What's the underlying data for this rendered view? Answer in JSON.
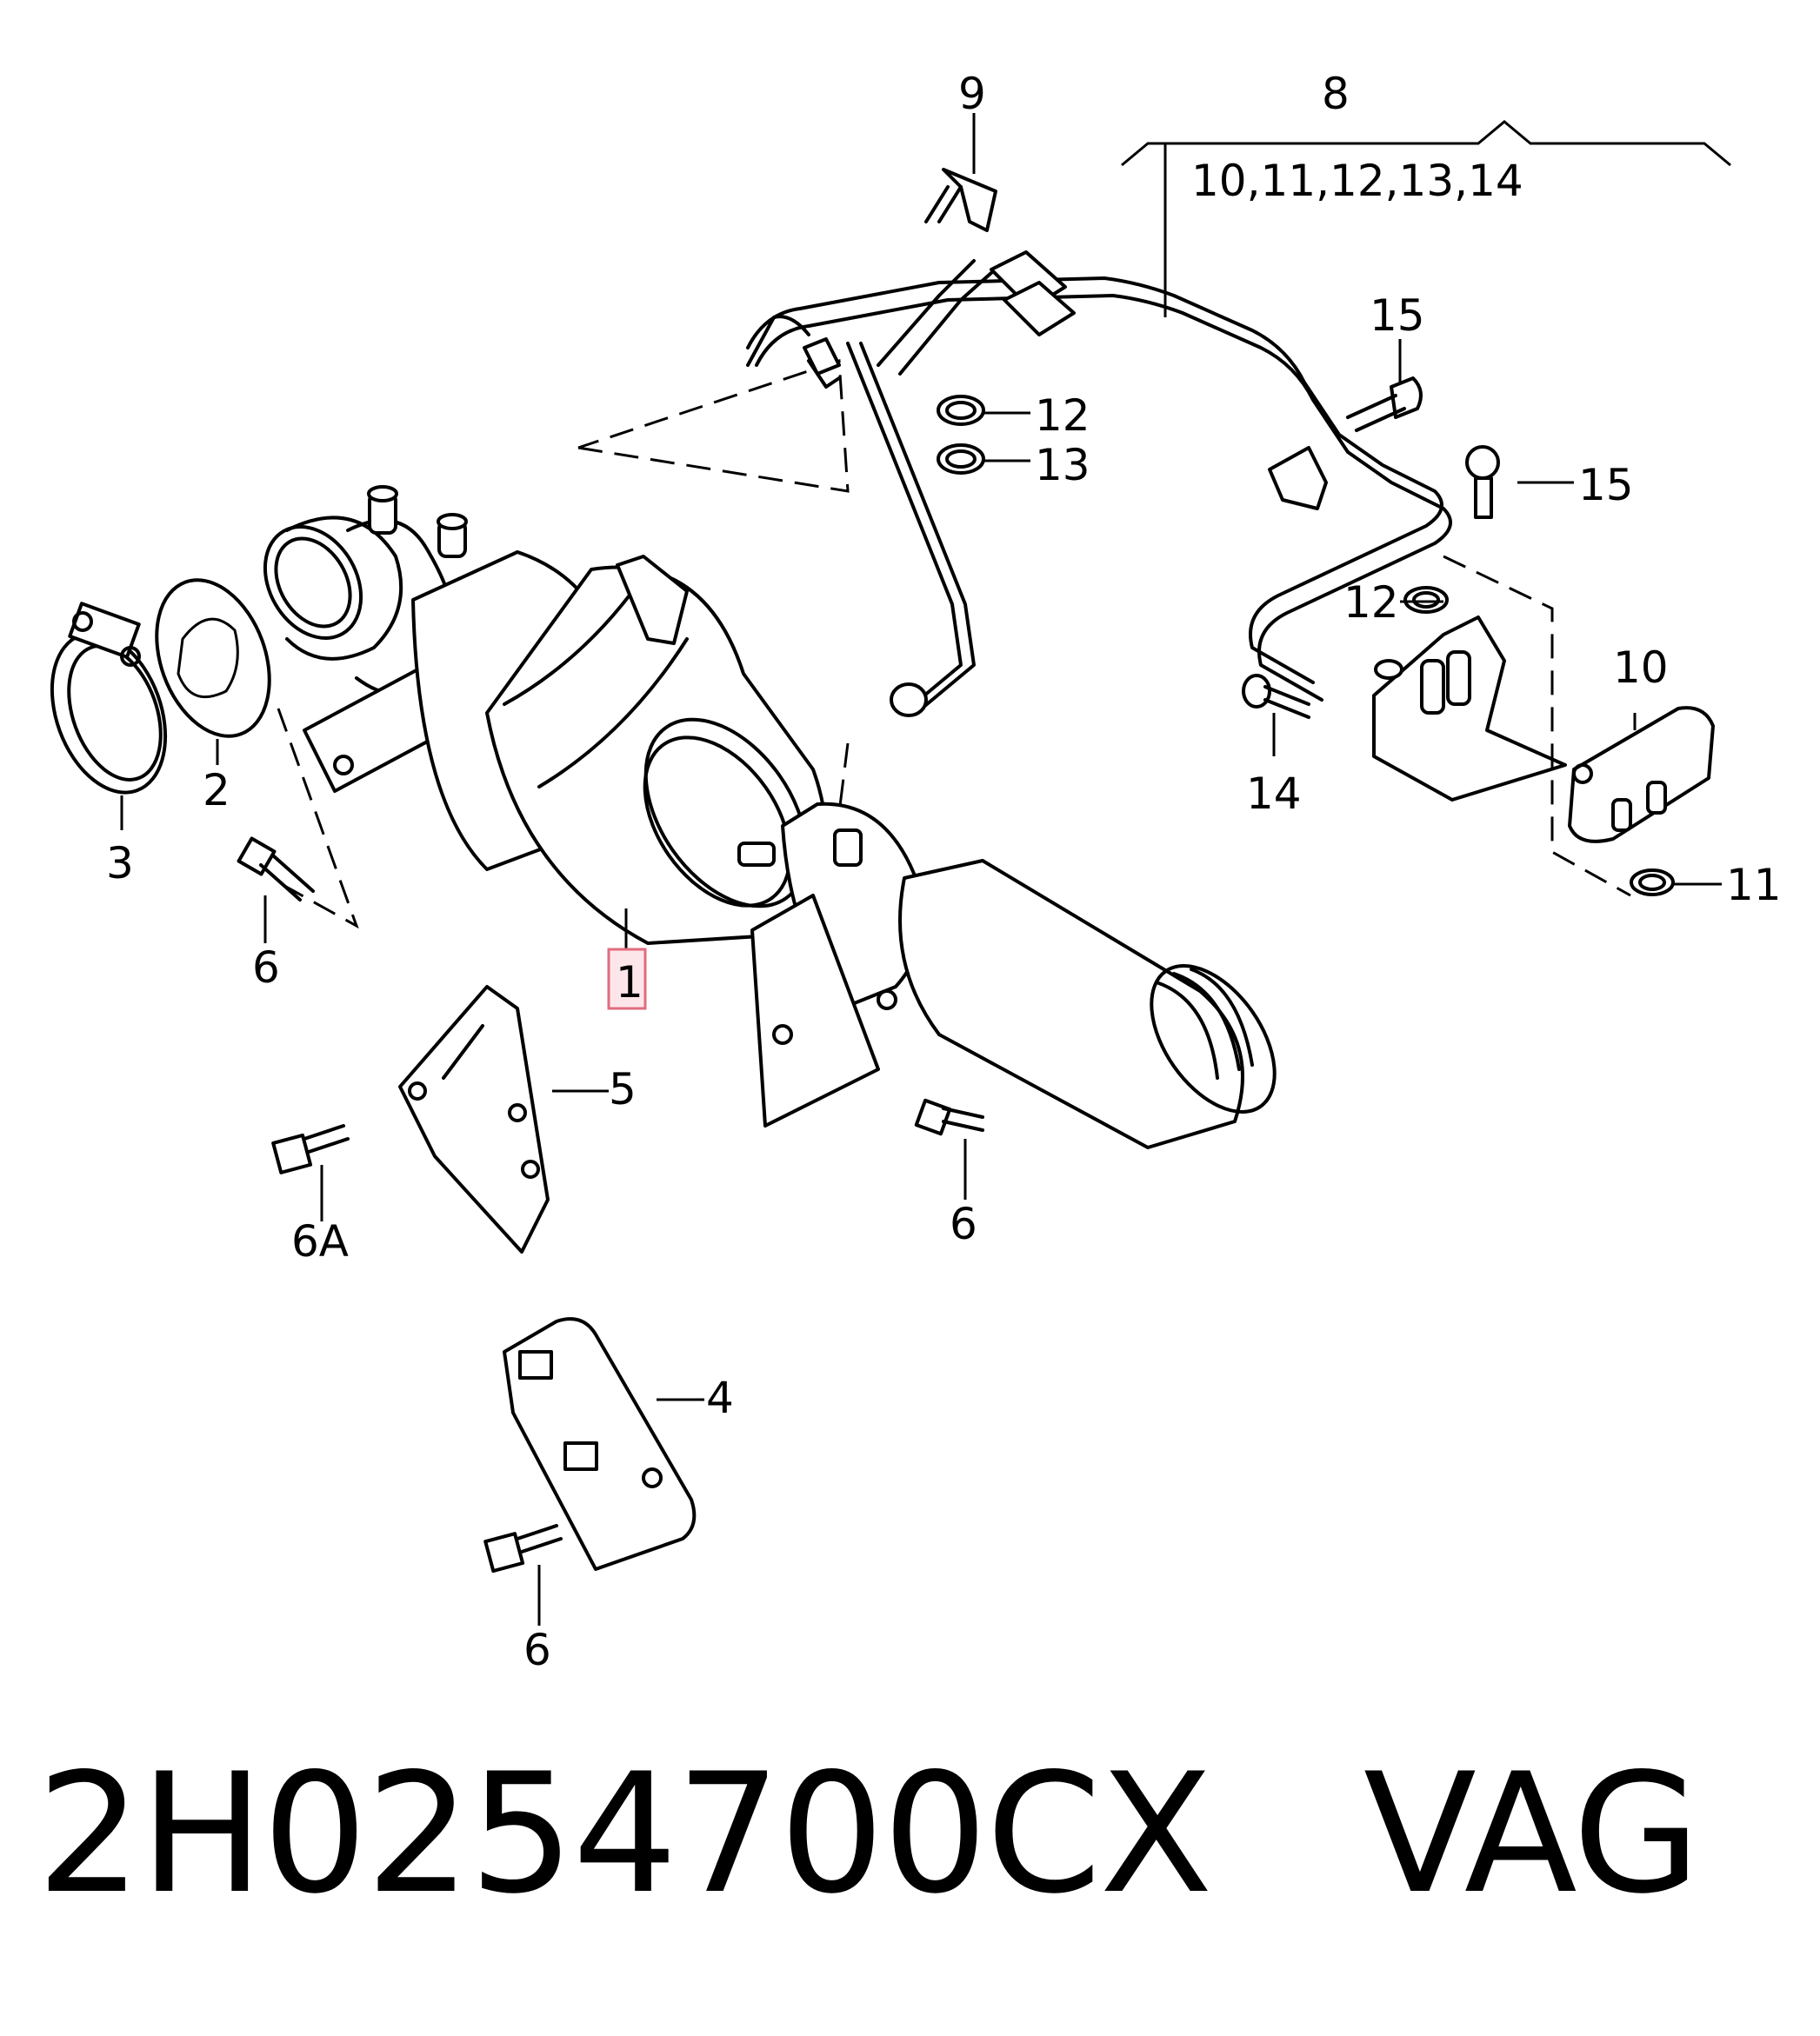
{
  "callouts": {
    "c1": "1",
    "c2": "2",
    "c3": "3",
    "c4": "4",
    "c5": "5",
    "c6a": "6",
    "c6b": "6",
    "c6c": "6",
    "c6A": "6A",
    "c8": "8",
    "c8sub": "10,11,12,13,14",
    "c9": "9",
    "c10": "10",
    "c11": "11",
    "c12a": "12",
    "c12b": "12",
    "c13": "13",
    "c14": "14",
    "c15a": "15",
    "c15b": "15"
  },
  "caption": {
    "part_number": "2H0254700CX",
    "brand": "VAG"
  },
  "colors": {
    "line": "#000000",
    "highlight_fill": "#fde6ea",
    "highlight_stroke": "#e06c7e"
  }
}
